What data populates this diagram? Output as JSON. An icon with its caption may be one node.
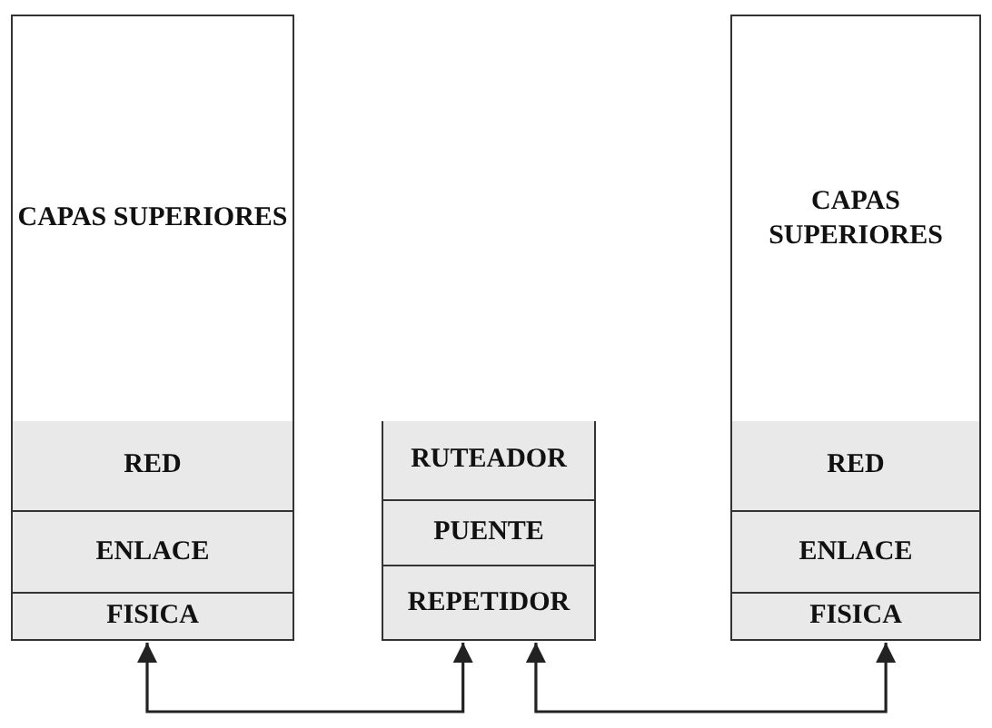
{
  "diagram": {
    "nodes": [
      {
        "text": [
          "CAPAS SUPERIORES"
        ]
      },
      {
        "text": [
          "RED"
        ]
      },
      {
        "text": [
          "ENLACE"
        ]
      },
      {
        "text": [
          "FISICA"
        ]
      },
      {
        "text": [
          "RUTEADOR"
        ]
      },
      {
        "text": [
          "PUENTE"
        ]
      },
      {
        "text": [
          "REPETIDOR"
        ]
      },
      {
        "text": [
          "CAPAS SUPERIORES"
        ]
      },
      {
        "text": [
          "RED"
        ]
      },
      {
        "text": [
          "ENLACE"
        ]
      },
      {
        "text": [
          "FISICA"
        ]
      }
    ],
    "edges": [
      {
        "from": 3,
        "to": 6,
        "arrow": "both"
      },
      {
        "from": 6,
        "to": 10,
        "arrow": "both"
      }
    ]
  }
}
